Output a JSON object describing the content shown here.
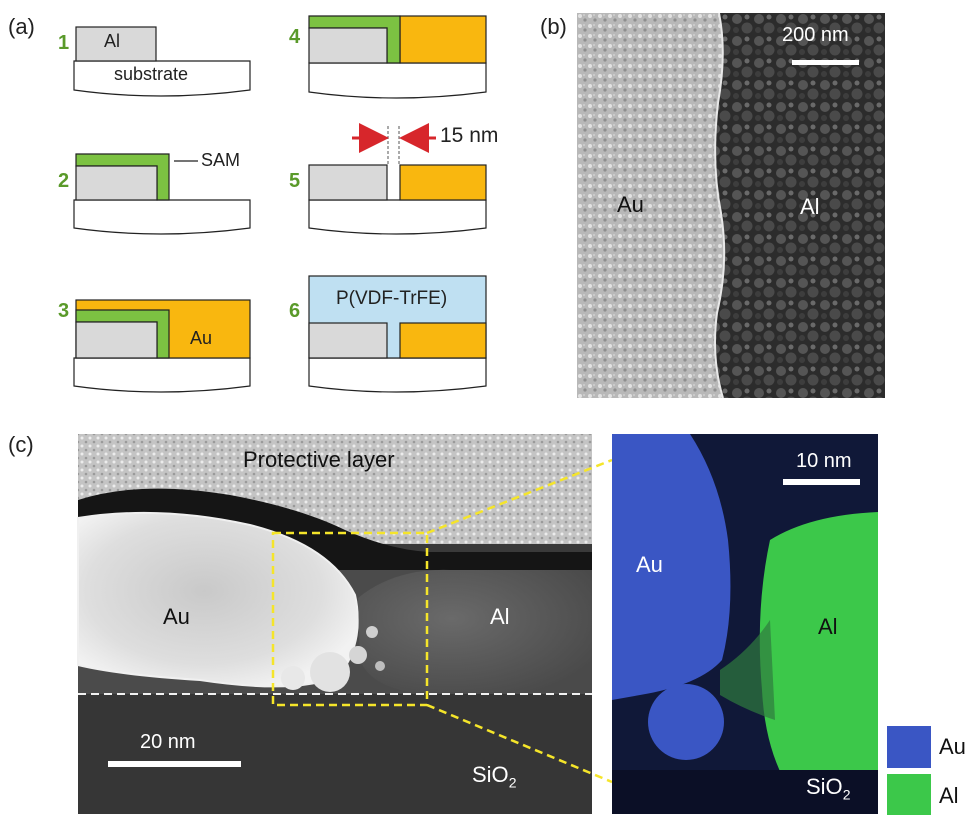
{
  "panels": {
    "a": {
      "label": "(a)",
      "steps": [
        {
          "num": "1",
          "labels": [
            "Al",
            "substrate"
          ]
        },
        {
          "num": "2",
          "labels": [
            "SAM"
          ]
        },
        {
          "num": "3",
          "labels": [
            "Au"
          ]
        },
        {
          "num": "4",
          "labels": []
        },
        {
          "num": "5",
          "labels": [
            "15 nm"
          ]
        },
        {
          "num": "6",
          "labels": [
            "P(VDF-TrFE)"
          ]
        }
      ]
    },
    "b": {
      "label": "(b)",
      "scalebar": "200 nm",
      "regions": [
        "Au",
        "Al"
      ]
    },
    "c": {
      "label": "(c)",
      "tem": {
        "protective": "Protective layer",
        "au": "Au",
        "al": "Al",
        "scalebar": "20 nm",
        "substrate_base": "SiO",
        "substrate_sub": "2"
      },
      "eds": {
        "scalebar": "10 nm",
        "au": "Au",
        "al": "Al",
        "substrate_base": "SiO",
        "substrate_sub": "2"
      },
      "legend": [
        {
          "name": "Au",
          "color": "#3a56c4"
        },
        {
          "name": "Al",
          "color": "#3cc84a"
        }
      ]
    }
  },
  "colors": {
    "al_gray": "#d9d9d9",
    "sam_green": "#7cc242",
    "au_gold": "#f9b70f",
    "pvdf_blue": "#bfe0f2",
    "step_green": "#5a9a2a",
    "arrow_red": "#d7262b"
  }
}
